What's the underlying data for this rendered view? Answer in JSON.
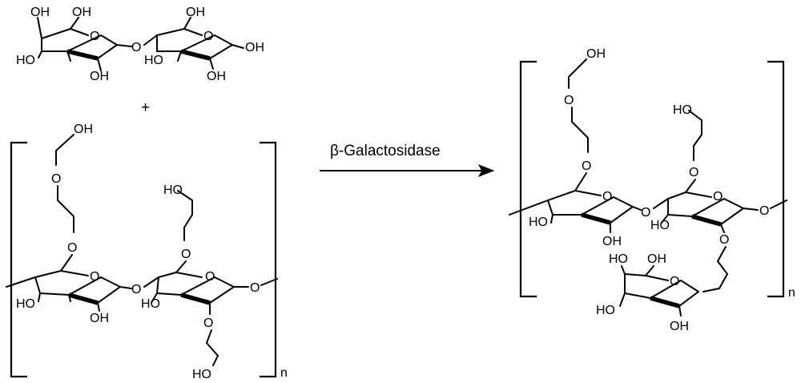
{
  "atoms": {
    "hydroxyl": "OH",
    "hydroxyl_reversed": "HO",
    "oxygen": "O"
  },
  "plus_sign": "+",
  "arrow_label": "β-Galactosidase",
  "repeat_subscript": "n"
}
